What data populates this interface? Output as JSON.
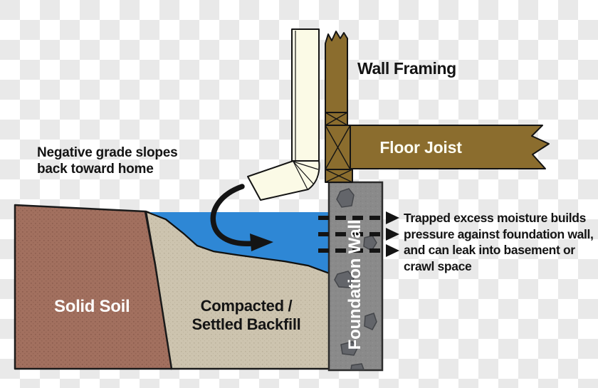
{
  "labels": {
    "negative_grade": "Negative grade slopes\nback toward home",
    "wall_framing": "Wall Framing",
    "floor_joist": "Floor Joist",
    "foundation_wall": "Foundation Wall",
    "trapped_moisture": "Trapped excess moisture builds\npressure against foundation wall,\nand can leak into basement or\ncrawl space",
    "solid_soil": "Solid Soil",
    "backfill": "Compacted /\nSettled Backfill"
  },
  "colors": {
    "water": "#2e87d5",
    "solid_soil": "#a2705f",
    "backfill": "#cdc4af",
    "foundation_wall": "#8a8a8a",
    "rock": "#63656a",
    "wood": "#8b6d2e",
    "downspout": "#fbfae6",
    "ink": "#141414",
    "label_light": "#ffffff",
    "checker_light": "#ffffff",
    "checker_dark": "#e9e9e9"
  }
}
